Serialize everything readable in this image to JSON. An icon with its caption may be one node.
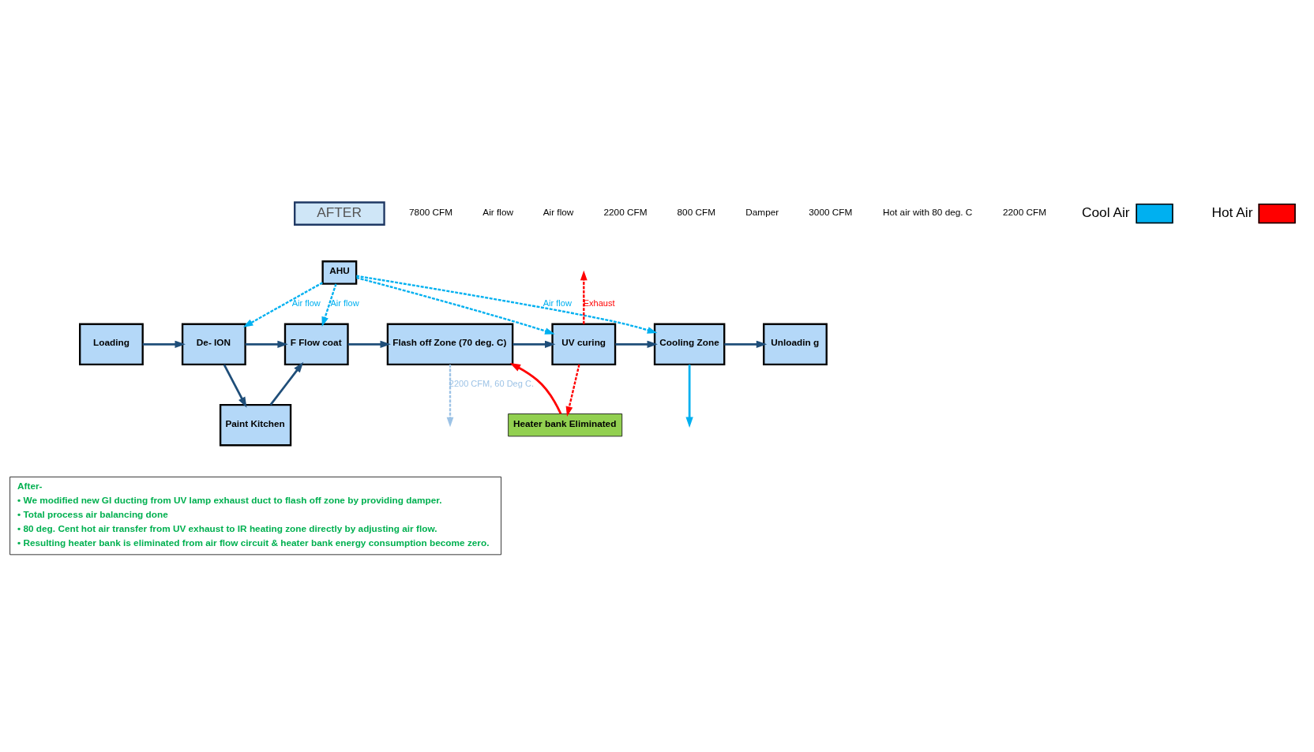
{
  "diagram": {
    "nodes": [
      {
        "text": [
          "AFTER"
        ]
      },
      {
        "text": [
          "AHU"
        ]
      },
      {
        "text": [
          "Loading"
        ]
      },
      {
        "text": [
          "De- ION"
        ]
      },
      {
        "text": [
          "F Flow coat"
        ]
      },
      {
        "text": [
          "Heater bank Eliminated"
        ]
      },
      {
        "text": [
          "Flash off Zone (70 deg. C)"
        ]
      },
      {
        "text": [
          "UV curing"
        ]
      },
      {
        "text": [
          "Cooling Zone"
        ]
      },
      {
        "text": [
          "Unloadin g"
        ]
      },
      {
        "text": [
          "Paint Kitchen"
        ]
      },
      {
        "text": [
          "After-",
          "• We modified new GI ducting from UV lamp exhaust duct to flash off zone by providing damper.",
          "• Total process air balancing done",
          "• 80 deg. Cent hot air transfer from UV exhaust to IR heating zone directly by adjusting air flow.",
          "• Resulting heater bank is eliminated from air flow circuit & heater bank energy consumption become zero."
        ]
      }
    ],
    "edges": [
      {
        "from": 2,
        "to": 3,
        "arrow": "to"
      },
      {
        "from": 3,
        "to": 4,
        "arrow": "to"
      },
      {
        "from": 4,
        "to": 6,
        "arrow": "to"
      },
      {
        "from": 6,
        "to": 7,
        "arrow": "to"
      },
      {
        "from": 7,
        "to": 8,
        "arrow": "to"
      },
      {
        "from": 8,
        "to": 9,
        "arrow": "to"
      },
      {
        "from": 3,
        "to": 10,
        "arrow": "to"
      },
      {
        "from": 10,
        "to": 4,
        "arrow": "to"
      },
      {
        "from": 1,
        "to": 3,
        "arrow": "to",
        "style": "dashed",
        "color": "#00b0f0",
        "label": "Air flow"
      },
      {
        "from": 1,
        "to": 4,
        "arrow": "to",
        "style": "dashed",
        "color": "#00b0f0",
        "label": "Air flow"
      },
      {
        "from": 1,
        "to": 7,
        "arrow": "to",
        "style": "dashed",
        "color": "#00b0f0"
      },
      {
        "from": 1,
        "to": 8,
        "arrow": "to",
        "style": "dashed",
        "color": "#00b0f0",
        "label": "Air flow"
      },
      {
        "from": 8,
        "to": null,
        "arrow": "to",
        "color": "#00b0f0"
      },
      {
        "from": 7,
        "to": 5,
        "arrow": "to",
        "style": "dashed",
        "color": "#ff0000"
      },
      {
        "from": 5,
        "to": 6,
        "arrow": "to",
        "color": "#ff0000"
      },
      {
        "from": 7,
        "to": null,
        "arrow": "to",
        "style": "dashed",
        "color": "#ff0000",
        "label": "Exhaust"
      },
      {
        "from": 6,
        "to": null,
        "arrow": "to",
        "style": "dashed",
        "color": "#9dc3e6",
        "label": "2200 CFM, 60 Deg C."
      }
    ],
    "labels": [
      "7800 CFM",
      "Air flow",
      "Air flow",
      "2200 CFM",
      "800 CFM",
      "Damper",
      "3000 CFM",
      "Hot air with 80 deg. C",
      "2200 CFM"
    ],
    "legend": [
      {
        "text": "Cool Air",
        "color": "#00b0f0"
      },
      {
        "text": "Hot Air",
        "color": "#ff0000"
      }
    ]
  }
}
